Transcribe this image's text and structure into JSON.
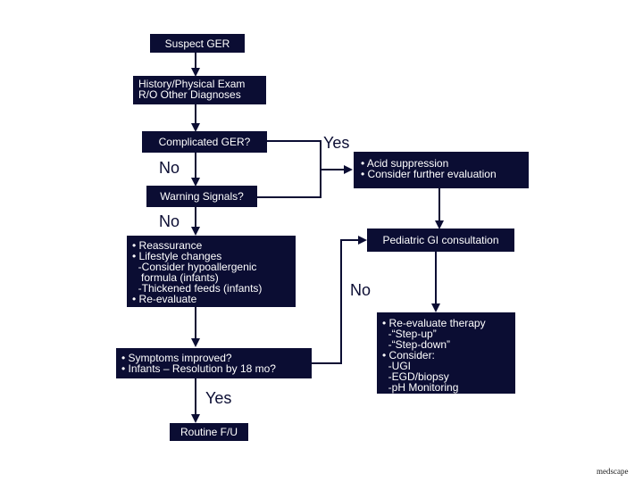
{
  "colors": {
    "box": "#0b0d33",
    "box_text": "#ffffff",
    "line": "#0b0d33",
    "background": "#ffffff"
  },
  "nodes": {
    "suspect": "Suspect GER",
    "history": [
      "History/Physical Exam",
      "R/O Other Diagnoses"
    ],
    "complicated": "Complicated GER?",
    "warning": "Warning Signals?",
    "acid": [
      "• Acid suppression",
      "• Consider further evaluation"
    ],
    "pediatric": "Pediatric GI consultation",
    "reassurance": [
      "• Reassurance",
      "• Lifestyle changes",
      "  -Consider hypoallergenic",
      "   formula (infants)",
      "  -Thickened feeds (infants)",
      "• Re-evaluate"
    ],
    "reevaluate": [
      "• Re-evaluate therapy",
      "  -“Step-up”",
      "  -“Step-down”",
      "• Consider:",
      "  -UGI",
      "  -EGD/biopsy",
      "  -pH Monitoring"
    ],
    "symptoms": [
      "• Symptoms improved?",
      "• Infants – Resolution by 18 mo?"
    ],
    "routine": "Routine F/U"
  },
  "edge_labels": {
    "yes_top": "Yes",
    "no_1": "No",
    "no_2": "No",
    "no_right": "No",
    "yes_bottom": "Yes"
  },
  "credit": "medscape"
}
